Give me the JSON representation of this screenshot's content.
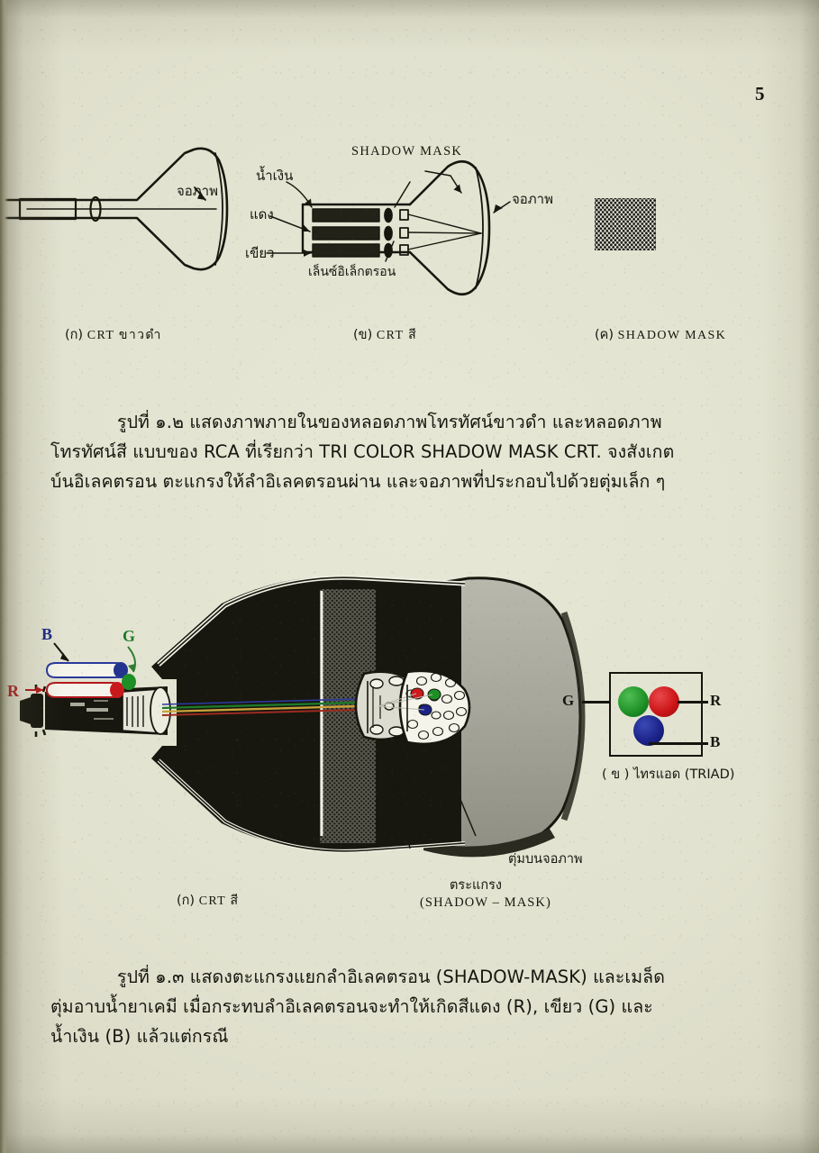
{
  "page": {
    "number": "5",
    "background_hex": "#e2e2d0",
    "ink_hex": "#17170f"
  },
  "figure_1_2": {
    "subfigures": [
      {
        "key": "(ก)",
        "label": "CRT ขาวดำ"
      },
      {
        "key": "(ข)",
        "label": "CRT สี"
      },
      {
        "key": "(ค)",
        "label": "SHADOW MASK"
      }
    ],
    "diagram_a": {
      "callouts": [
        {
          "text": "จอภาพ"
        }
      ]
    },
    "diagram_b": {
      "title": "SHADOW MASK",
      "callouts": [
        {
          "text": "น้ำเงิน"
        },
        {
          "text": "แดง"
        },
        {
          "text": "เขียว"
        },
        {
          "text": "เล็นซ์อิเล็กตรอน"
        },
        {
          "text": "จอภาพ"
        }
      ]
    },
    "caption": {
      "line1": "รูปที่  ๑.๒  แสดงภาพภายในของหลอดภาพโทรทัศน์ขาวดำ  และหลอดภาพ",
      "line2": "โทรทัศน์สี  แบบของ RCA ที่เรียกว่า TRI COLOR SHADOW MASK CRT. จงสังเกต",
      "line3": "บ์นอิเลคตรอน ตะแกรงให้ลำอิเลคตรอนผ่าน และจอภาพที่ประกอบไปด้วยตุ่มเล็ก ๆ"
    }
  },
  "figure_1_3": {
    "beam_labels": [
      {
        "text": "B",
        "color": "#1b2c86"
      },
      {
        "text": "G",
        "color": "#1d7a27"
      },
      {
        "text": "R",
        "color": "#b2191c"
      }
    ],
    "callouts": [
      {
        "text": "ตุ่มบนจอภาพ"
      },
      {
        "text": "ตระแกรง"
      },
      {
        "text": "(SHADOW – MASK)"
      }
    ],
    "subfigures": [
      {
        "key": "(ก)",
        "label": "CRT สี"
      },
      {
        "key": "( ข )",
        "label": "ไทรแอด  (TRIAD)"
      }
    ],
    "triad": {
      "dots": [
        {
          "name": "green-phosphor-dot",
          "label": "G",
          "color": "#1d8f25"
        },
        {
          "name": "red-phosphor-dot",
          "label": "R",
          "color": "#cc1417"
        },
        {
          "name": "blue-phosphor-dot",
          "label": "B",
          "color": "#1b2288"
        }
      ]
    },
    "caption": {
      "line1": "รูปที่  ๑.๓  แสดงตะแกรงแยกลำอิเลคตรอน (SHADOW-MASK)  และเมล็ด",
      "line2": "ตุ่มอาบน้ำยาเคมี    เมื่อกระทบลำอิเลคตรอนจะทำให้เกิดสีแดง (R), เขียว (G) และ",
      "line3": "น้ำเงิน (B) แล้วแต่กรณี"
    }
  }
}
